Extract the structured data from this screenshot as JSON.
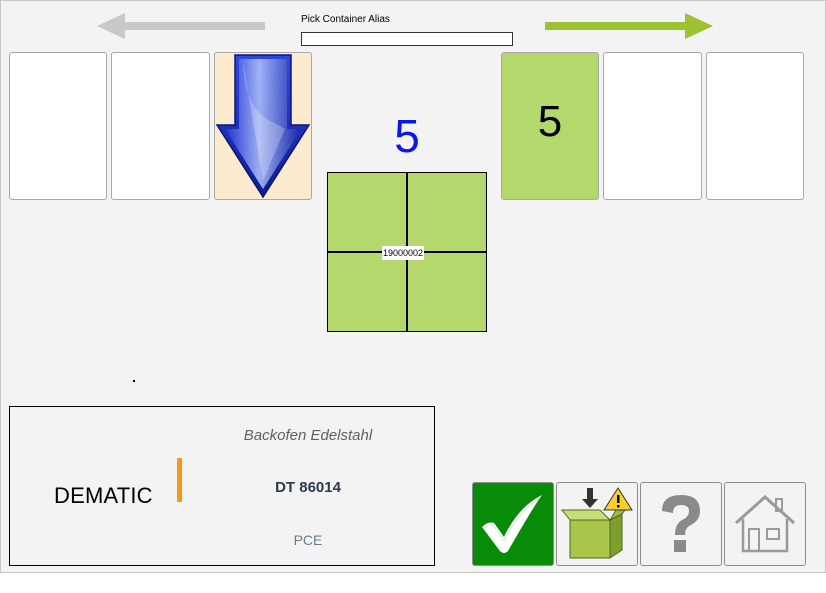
{
  "header": {
    "alias_label": "Pick Container Alias",
    "alias_value": ""
  },
  "slots": {
    "right_first_qty": "5"
  },
  "pick": {
    "quantity": "5",
    "container_id": "19000002"
  },
  "article": {
    "brand": "DEMATIC",
    "description": "Backofen Edelstahl",
    "number": "DT 86014",
    "unit": "PCE"
  },
  "icons": {
    "prev": "arrow-left-icon",
    "next": "arrow-right-icon",
    "put": "arrow-down-icon",
    "confirm": "checkmark-icon",
    "shortage": "box-warning-icon",
    "help": "question-icon",
    "home": "home-icon"
  },
  "colors": {
    "slot_green": "#b5d86c",
    "active_slot": "#fdebd0",
    "quantity_blue": "#0a17e8",
    "confirm_green": "#088b08",
    "next_arrow": "#9cc231",
    "prev_arrow": "#c8c8c8",
    "logo_accent": "#f29a18"
  }
}
